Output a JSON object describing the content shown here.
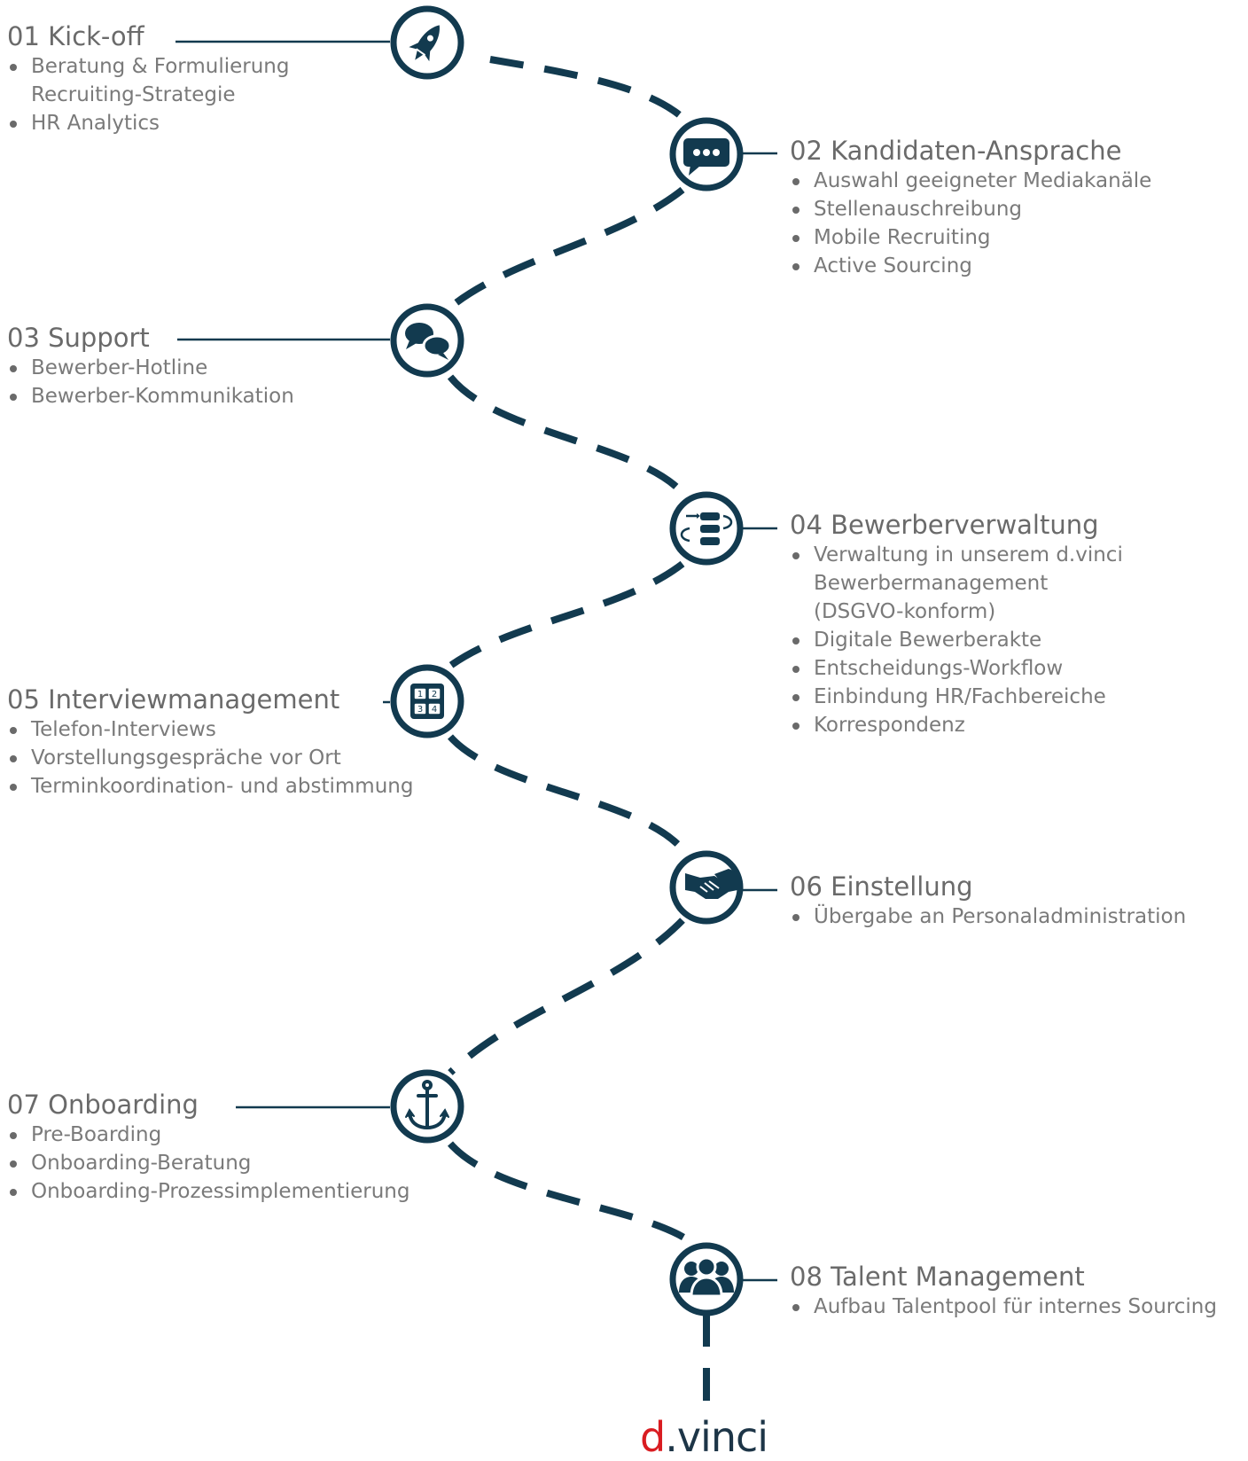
{
  "colors": {
    "primary": "#123a4f",
    "text": "#7a7a7a",
    "title": "#6a6a6a",
    "logo_accent": "#d91c21"
  },
  "steps": [
    {
      "title": "01 Kick-off",
      "icon": "rocket-icon",
      "items": [
        "Beratung & Formulierung",
        "Recruiting-Strategie",
        "HR Analytics"
      ]
    },
    {
      "title": "02 Kandidaten-Ansprache",
      "icon": "chat-bubble-icon",
      "items": [
        "Auswahl geeigneter Mediakanäle",
        "Stellenauschreibung",
        "Mobile Recruiting",
        "Active Sourcing"
      ]
    },
    {
      "title": "03 Support",
      "icon": "speech-bubbles-icon",
      "items": [
        "Bewerber-Hotline",
        "Bewerber-Kommunikation"
      ]
    },
    {
      "title": "04 Bewerberverwaltung",
      "icon": "workflow-icon",
      "items": [
        "Verwaltung in unserem d.vinci",
        "Bewerbermanagement",
        "(DSGVO-konform)",
        "Digitale Bewerberakte",
        "Entscheidungs-Workflow",
        "Einbindung HR/Fachbereiche",
        "Korrespondenz"
      ]
    },
    {
      "title": "05 Interviewmanagement",
      "icon": "calendar-grid-icon",
      "grid_labels": [
        "1",
        "2",
        "3",
        "4"
      ],
      "items": [
        "Telefon-Interviews",
        "Vorstellungsgespräche vor Ort",
        "Terminkoordination- und abstimmung"
      ]
    },
    {
      "title": "06 Einstellung",
      "icon": "handshake-icon",
      "items": [
        "Übergabe an Personaladministration"
      ]
    },
    {
      "title": "07 Onboarding",
      "icon": "anchor-icon",
      "items": [
        "Pre-Boarding",
        "Onboarding-Beratung",
        "Onboarding-Prozessimplementierung"
      ]
    },
    {
      "title": "08 Talent Management",
      "icon": "people-group-icon",
      "items": [
        "Aufbau Talentpool für internes Sourcing"
      ]
    }
  ],
  "logo": {
    "first": "d",
    "rest": ".vinci"
  }
}
